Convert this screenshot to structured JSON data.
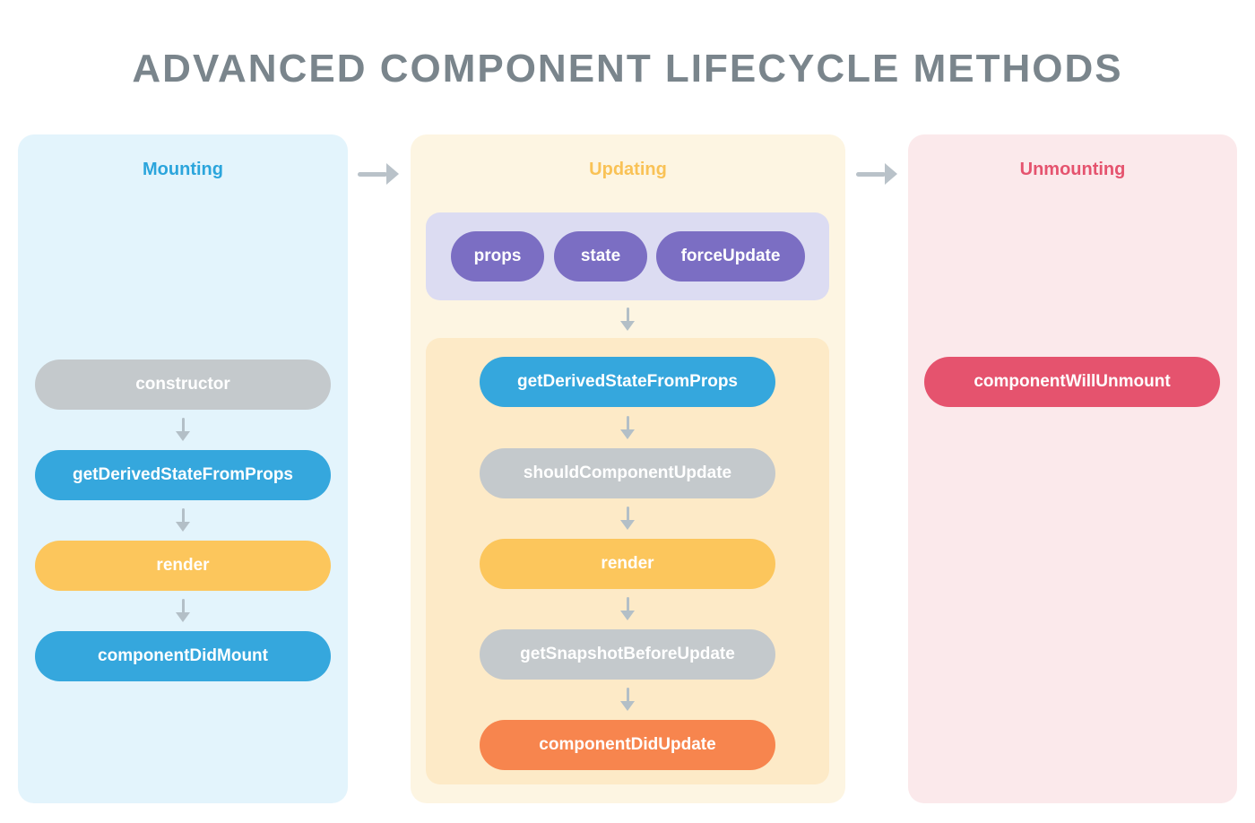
{
  "title": "ADVANCED COMPONENT LIFECYCLE METHODS",
  "palette": {
    "title_text": "#7a858c",
    "mounting_bg": "#e3f4fc",
    "mounting_header": "#2ba5dc",
    "updating_bg": "#fdf5e2",
    "updating_header": "#f9c256",
    "unmounting_bg": "#fbe9eb",
    "unmounting_header": "#e5536e",
    "triggers_panel_bg": "#dcdcf2",
    "steps_panel_bg": "#fdeac7",
    "pill_blue": "#35a7dd",
    "pill_gray": "#c4c9cc",
    "pill_yellow": "#fcc65c",
    "pill_orange": "#f7854e",
    "pill_red": "#e5536e",
    "pill_purple": "#7b6ec3",
    "arrow_gray": "#b9c2c9"
  },
  "columns": [
    {
      "label": "Mounting",
      "steps": [
        {
          "label": "constructor",
          "color": "#c4c9cc"
        },
        {
          "label": "getDerivedStateFromProps",
          "color": "#35a7dd"
        },
        {
          "label": "render",
          "color": "#fcc65c"
        },
        {
          "label": "componentDidMount",
          "color": "#35a7dd"
        }
      ]
    },
    {
      "label": "Updating",
      "triggers": [
        {
          "label": "props",
          "color": "#7b6ec3"
        },
        {
          "label": "state",
          "color": "#7b6ec3"
        },
        {
          "label": "forceUpdate",
          "color": "#7b6ec3"
        }
      ],
      "steps": [
        {
          "label": "getDerivedStateFromProps",
          "color": "#35a7dd"
        },
        {
          "label": "shouldComponentUpdate",
          "color": "#c4c9cc"
        },
        {
          "label": "render",
          "color": "#fcc65c"
        },
        {
          "label": "getSnapshotBeforeUpdate",
          "color": "#c4c9cc"
        },
        {
          "label": "componentDidUpdate",
          "color": "#f7854e"
        }
      ]
    },
    {
      "label": "Unmounting",
      "steps": [
        {
          "label": "componentWillUnmount",
          "color": "#e5536e"
        }
      ]
    }
  ]
}
